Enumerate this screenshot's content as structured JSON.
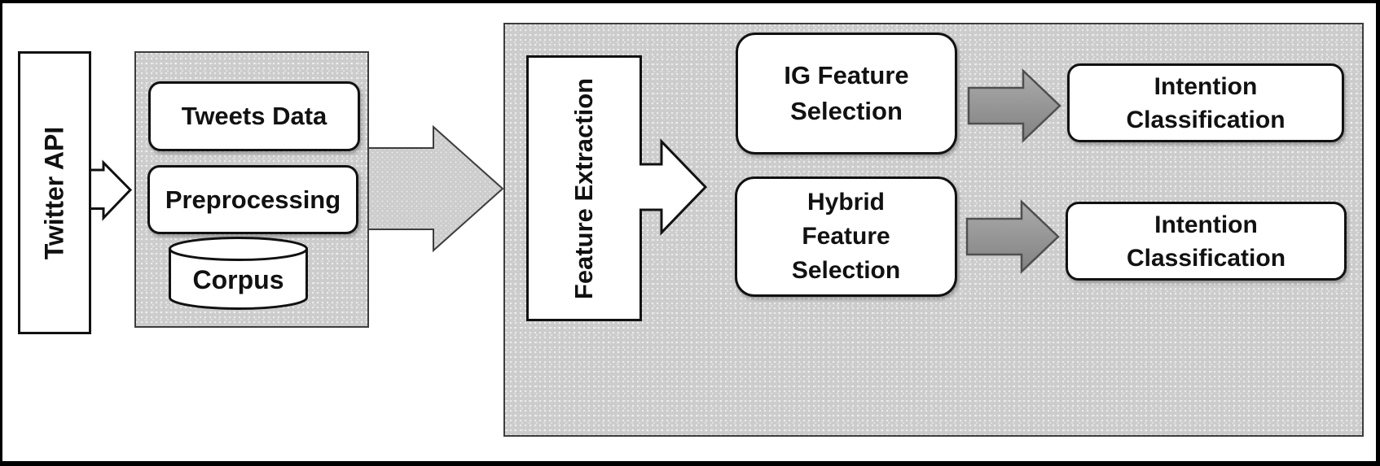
{
  "diagram": {
    "stage1": {
      "source_label": "Twitter API",
      "container_boxes": [
        "Tweets Data",
        "Preprocessing"
      ],
      "datastore_label": "Corpus"
    },
    "stage2": {
      "extractor_label": "Feature Extraction",
      "rows": [
        {
          "selection_lines": [
            "IG Feature",
            "Selection"
          ],
          "classification_lines": [
            "Intention",
            "Classification"
          ]
        },
        {
          "selection_lines": [
            "Hybrid",
            "Feature",
            "Selection"
          ],
          "classification_lines": [
            "Intention",
            "Classification"
          ]
        }
      ]
    },
    "colors": {
      "container_fill": "#cccccc",
      "dark_arrow_top": "#ababab",
      "dark_arrow_bottom": "#828282",
      "box_outline": "#111111",
      "container_outline": "#3d3d3d"
    }
  }
}
